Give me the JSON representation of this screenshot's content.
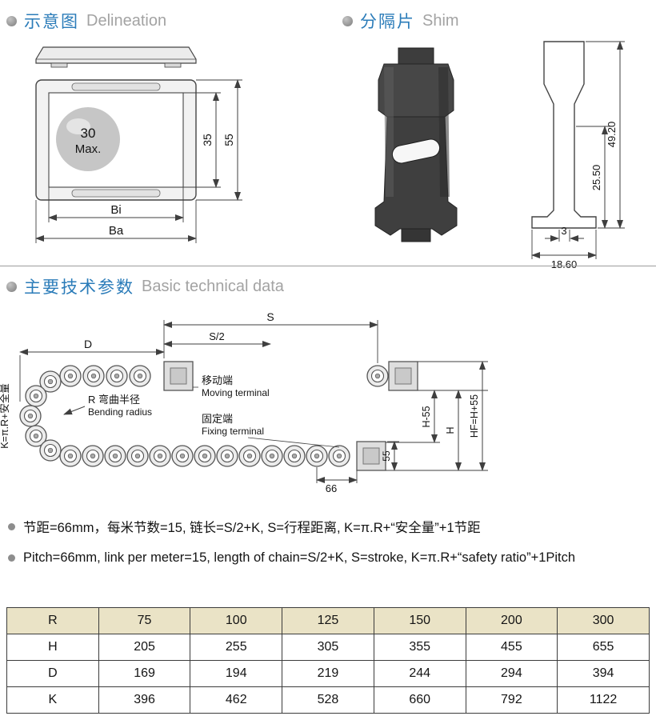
{
  "sections": {
    "delineation": {
      "zh": "示意图",
      "en": "Delineation"
    },
    "shim": {
      "zh": "分隔片",
      "en": "Shim"
    },
    "technical": {
      "zh": "主要技术参数",
      "en": "Basic technical data"
    }
  },
  "cross_section": {
    "ball_line1": "30",
    "ball_line2": "Max.",
    "inner_height": "35",
    "outer_height": "55",
    "inner_width_label": "Bi",
    "outer_width_label": "Ba"
  },
  "shim_profile": {
    "total_height": "49.20",
    "waist_height": "25.50",
    "base_step": "3",
    "base_width": "18.60"
  },
  "chain": {
    "dim_s": "S",
    "dim_s_half": "S/2",
    "dim_d": "D",
    "k_formula": "K=π.R+安全量",
    "moving_zh": "移动端",
    "moving_en": "Moving terminal",
    "bend_zh": "R 弯曲半径",
    "bend_en": "Bending radius",
    "fixing_zh": "固定端",
    "fixing_en": "Fixing terminal",
    "dim_h_minus": "H-55",
    "dim_h": "H",
    "dim_hf": "HF=H+55",
    "dim_55": "55",
    "dim_66": "66"
  },
  "notes": {
    "zh": "节距=66mm，每米节数=15, 链长=S/2+K, S=行程距离, K=π.R+“安全量”+1节距",
    "en": "Pitch=66mm, link per meter=15, length of chain=S/2+K, S=stroke, K=π.R+“safety ratio”+1Pitch"
  },
  "table": {
    "rows": [
      {
        "label": "R",
        "values": [
          "75",
          "100",
          "125",
          "150",
          "200",
          "300"
        ]
      },
      {
        "label": "H",
        "values": [
          "205",
          "255",
          "305",
          "355",
          "455",
          "655"
        ]
      },
      {
        "label": "D",
        "values": [
          "169",
          "194",
          "219",
          "244",
          "294",
          "394"
        ]
      },
      {
        "label": "K",
        "values": [
          "396",
          "462",
          "528",
          "660",
          "792",
          "1122"
        ]
      }
    ]
  }
}
